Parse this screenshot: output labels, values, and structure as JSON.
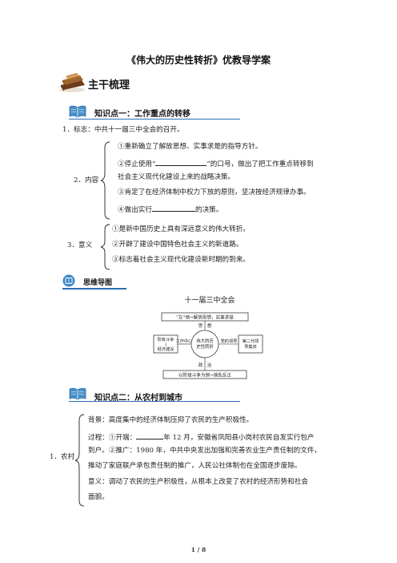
{
  "title": "《伟大的历史性转折》优教导学案",
  "main_section": {
    "label": "主干梳理"
  },
  "kp1": {
    "heading": "知识点一：工作重点的转移",
    "item1": "1．标志：中共十一届三中全会的召开。",
    "item2_label": "2．内容",
    "item2_lines": [
      "①重新确立了解放思想、实事求是的指导方针。",
      "②停止使用“",
      "”的口号，做出了把工作重点转移到",
      "社会主义现代化建设上来的战略决策。",
      "③肯定了在经济体制中权力下放的原则，坚决按经济规律办事。",
      "④做出实行",
      "的决策。"
    ],
    "item3_label": "3．意义",
    "item3_lines": [
      "①是新中国历史上具有深远意义的伟大转折。",
      "②开辟了建设中国特色社会主义的新道路。",
      "③标志着社会主义现代化建设新时期的到来。"
    ]
  },
  "mindmap": {
    "heading": "思维导图",
    "top": "十一届三中全会",
    "box_top": "“左”倾→解放思想，实事求是",
    "thought": "思　想",
    "box_left": [
      "阶级斗争",
      "↓",
      "经济建设"
    ],
    "work": "工作中心",
    "center": [
      "伟大的历",
      "史性转折"
    ],
    "leader": "党的领导",
    "box_right": [
      "第二代领",
      "导集体"
    ],
    "politics": "政　治",
    "box_bottom": "以阶级斗争为纲→拨乱反正"
  },
  "kp2": {
    "heading": "知识点二：从农村到城市",
    "item1_label": "1．农村",
    "lines": [
      "背景：高度集中的经济体制压抑了农民的生产积极性。",
      "过程：①开端：",
      "年 12 月，安徽省凤阳县小岗村农民自发实行包产",
      "到户。②推广：1980 年，中共中央发出加强和完善农业生产责任制的文件，",
      "推动了家庭联产承包责任制的推广，人民公社体制也在全国逐步废除。",
      "意义：调动了农民的生产积极性，从根本上改变了农村的经济形势和社会",
      "面貌。"
    ]
  },
  "footer": "1 / 8",
  "colors": {
    "accent": "#2a6fb3",
    "book_icon": "#8b5a2b"
  }
}
